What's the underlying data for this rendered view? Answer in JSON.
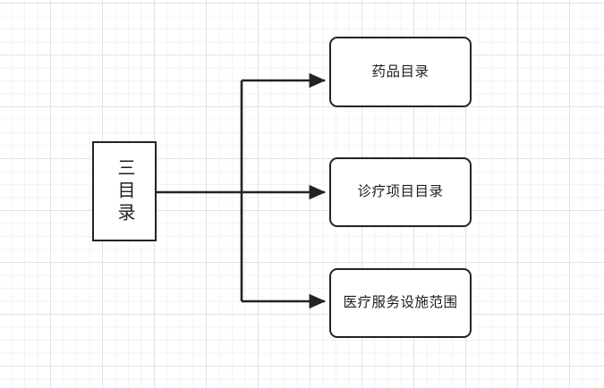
{
  "diagram": {
    "type": "flowchart",
    "orientation": "left-to-right",
    "background": "grid-paper",
    "stroke_color": "#232323",
    "fill_color": "#ffffff",
    "grid_minor_color": "#f1f3f4",
    "grid_major_color": "#dfe3e6",
    "nodes": [
      {
        "id": "root",
        "label": "三目录",
        "shape": "rectangle",
        "text_orientation": "vertical"
      },
      {
        "id": "drug",
        "label": "药品目录",
        "shape": "rounded-rectangle",
        "text_orientation": "horizontal"
      },
      {
        "id": "diagnosis",
        "label": "诊疗项目目录",
        "shape": "rounded-rectangle",
        "text_orientation": "horizontal"
      },
      {
        "id": "facility",
        "label": "医疗服务设施范围",
        "shape": "rounded-rectangle",
        "text_orientation": "horizontal"
      }
    ],
    "edges": [
      {
        "id": "edge-root-drug",
        "from": "root",
        "to": "drug",
        "arrow": "end",
        "label": ""
      },
      {
        "id": "edge-root-diagnosis",
        "from": "root",
        "to": "diagnosis",
        "arrow": "end",
        "label": ""
      },
      {
        "id": "edge-root-facility",
        "from": "root",
        "to": "facility",
        "arrow": "end",
        "label": ""
      }
    ]
  }
}
